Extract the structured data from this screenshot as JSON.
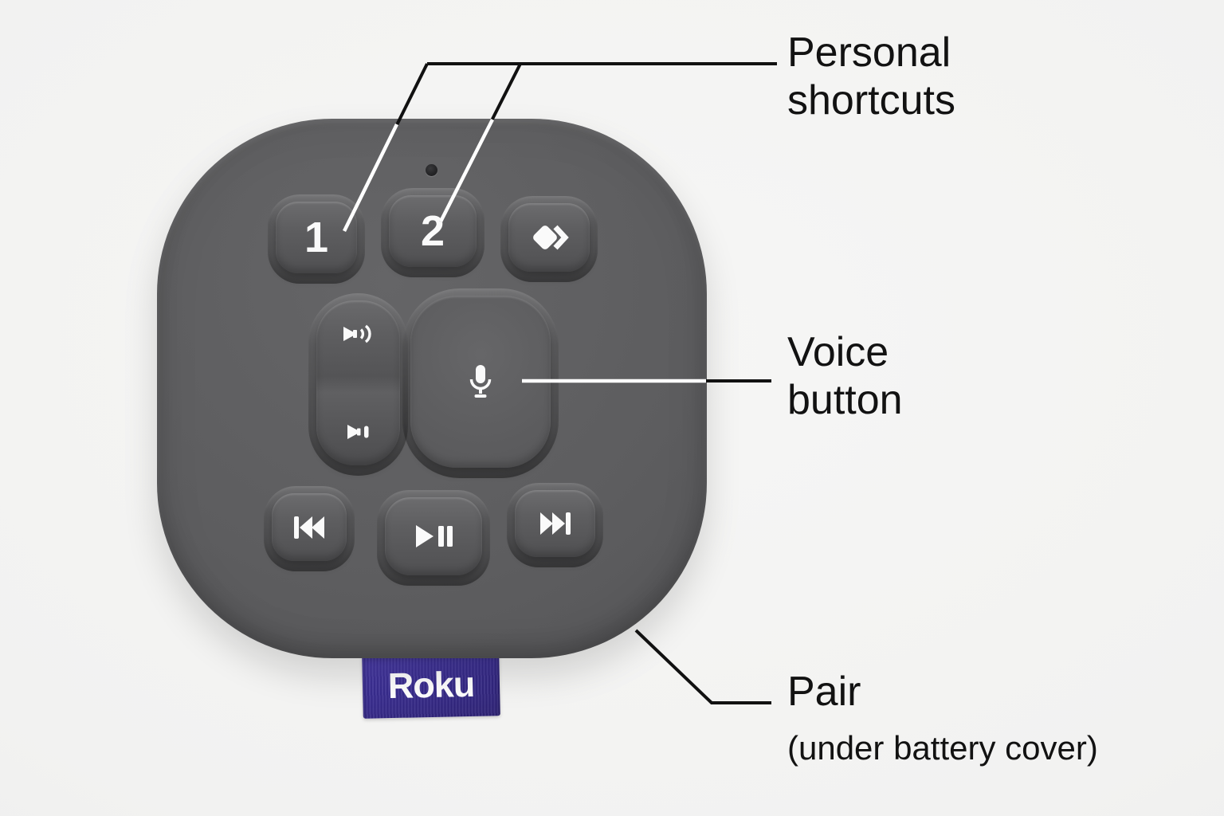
{
  "colors": {
    "background": "#f2f2f1",
    "remote_body": "#5a5a5c",
    "tag_purple": "#3a2d92",
    "icon_white": "#fafafa",
    "annotation_text": "#121212",
    "line_black": "#111111",
    "line_white": "#ffffff"
  },
  "remote": {
    "brand_tag": "Roku",
    "buttons": {
      "shortcut_1": {
        "label": "1"
      },
      "shortcut_2": {
        "label": "2"
      },
      "shortcut_launch": {
        "icon": "diamond-chevron-icon"
      },
      "volume_up": {
        "icon": "volume-up-icon"
      },
      "volume_down": {
        "icon": "volume-down-icon"
      },
      "voice": {
        "icon": "microphone-icon"
      },
      "previous": {
        "icon": "previous-track-icon"
      },
      "play_pause": {
        "icon": "play-pause-icon"
      },
      "next": {
        "icon": "next-track-icon"
      }
    }
  },
  "annotations": {
    "personal_shortcuts": {
      "line1": "Personal",
      "line2": "shortcuts"
    },
    "voice_button": {
      "line1": "Voice",
      "line2": "button"
    },
    "pair": {
      "title": "Pair",
      "subtitle": "(under battery cover)"
    }
  }
}
